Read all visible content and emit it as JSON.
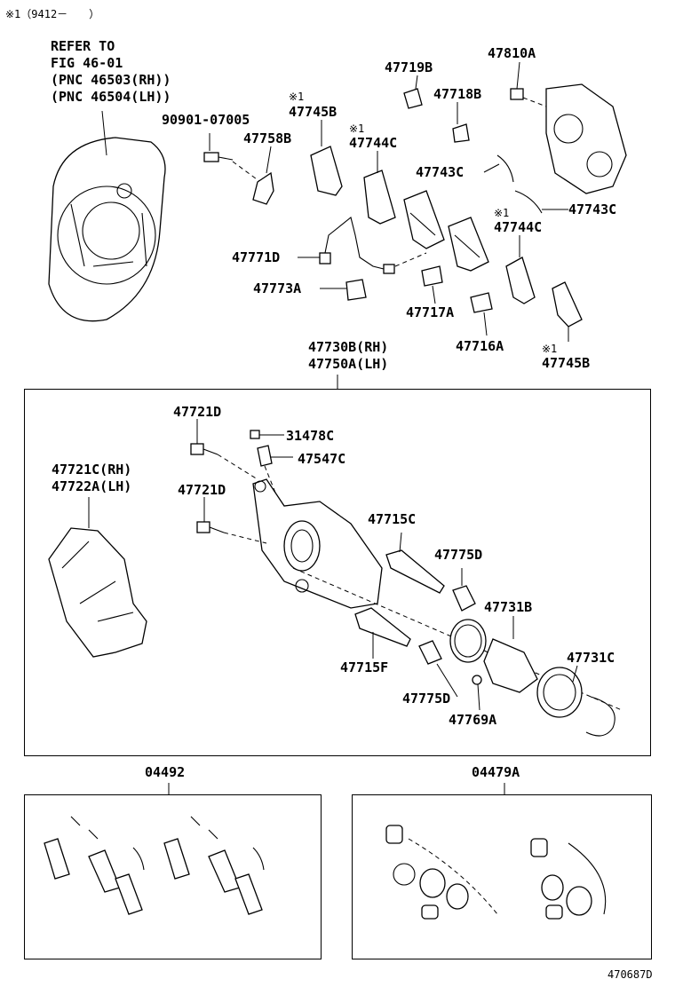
{
  "header_note": "※1（9412－　　）",
  "refer": {
    "line1": "REFER TO",
    "line2": "FIG 46-01",
    "line3": "(PNC 46503(RH))",
    "line4": "(PNC 46504(LH))"
  },
  "labels": {
    "p90901": "90901-07005",
    "p47758B": "47758B",
    "n47745B_top": "※1",
    "p47745B_top": "47745B",
    "n47744C_top": "※1",
    "p47744C_top": "47744C",
    "p47719B": "47719B",
    "p47718B": "47718B",
    "p47810A": "47810A",
    "p47743C_a": "47743C",
    "p47743C_b": "47743C",
    "n47744C_r": "※1",
    "p47744C_r": "47744C",
    "p47771D": "47771D",
    "p47773A": "47773A",
    "p47717A": "47717A",
    "p47716A": "47716A",
    "n47745B_r": "※1",
    "p47745B_r": "47745B",
    "p47730B": "47730B(RH)",
    "p47750A": "47750A(LH)",
    "p47721D_a": "47721D",
    "p31478C": "31478C",
    "p47547C": "47547C",
    "p47721C": "47721C(RH)",
    "p47722A": "47722A(LH)",
    "p47721D_b": "47721D",
    "p47715C": "47715C",
    "p47775D_a": "47775D",
    "p47731B": "47731B",
    "p47731C": "47731C",
    "p47715F": "47715F",
    "p47775D_b": "47775D",
    "p47769A": "47769A",
    "p04492": "04492",
    "p04479A": "04479A"
  },
  "footer_code": "470687D"
}
